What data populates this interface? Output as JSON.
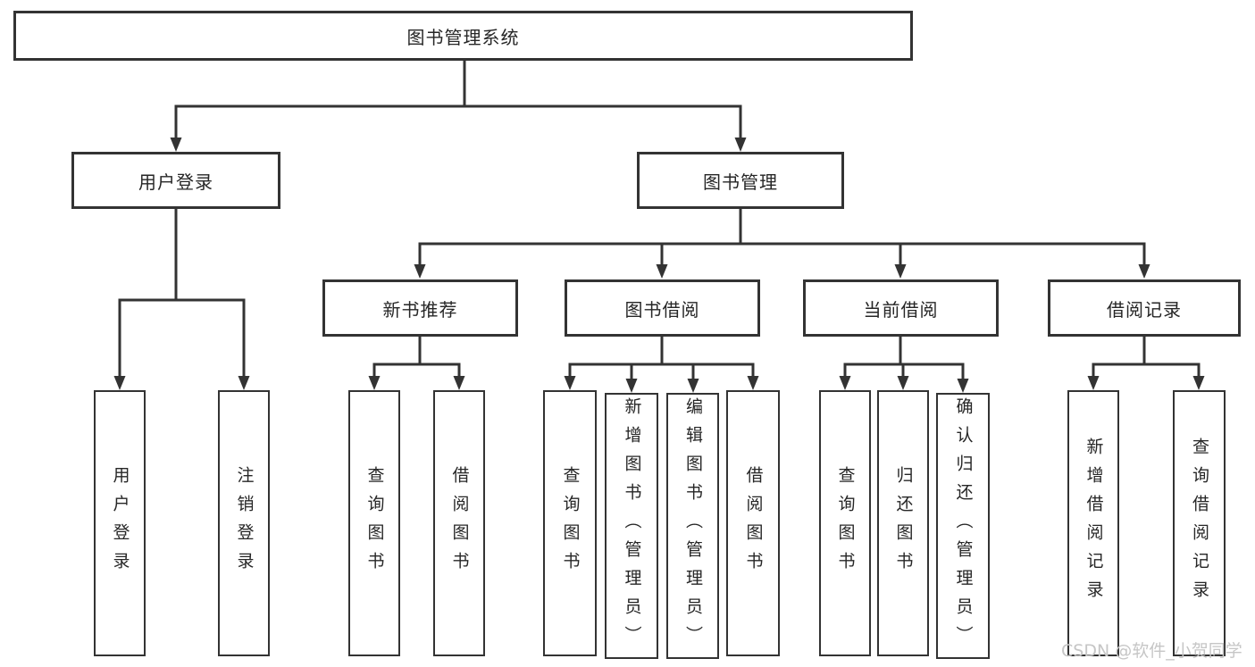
{
  "diagram_title": "图书管理系统",
  "tree": {
    "label": "图书管理系统",
    "children": [
      {
        "label": "用户登录",
        "children": [
          {
            "label": "用户登录"
          },
          {
            "label": "注销登录"
          }
        ]
      },
      {
        "label": "图书管理",
        "children": [
          {
            "label": "新书推荐",
            "children": [
              {
                "label": "查询图书"
              },
              {
                "label": "借阅图书"
              }
            ]
          },
          {
            "label": "图书借阅",
            "children": [
              {
                "label": "查询图书"
              },
              {
                "label": "新增图书（管理员）"
              },
              {
                "label": "编辑图书（管理员）"
              },
              {
                "label": "借阅图书"
              }
            ]
          },
          {
            "label": "当前借阅",
            "children": [
              {
                "label": "查询图书"
              },
              {
                "label": "归还图书"
              },
              {
                "label": "确认归还（管理员）"
              }
            ]
          },
          {
            "label": "借阅记录",
            "children": [
              {
                "label": "新增借阅记录"
              },
              {
                "label": "查询借阅记录"
              }
            ]
          }
        ]
      }
    ]
  },
  "watermark": {
    "text": "CSDN @软件_小贺同学"
  },
  "colors": {
    "line": "#333333",
    "text": "#262626",
    "box_background": "#ffffff",
    "watermark": "#c6c6c6"
  }
}
